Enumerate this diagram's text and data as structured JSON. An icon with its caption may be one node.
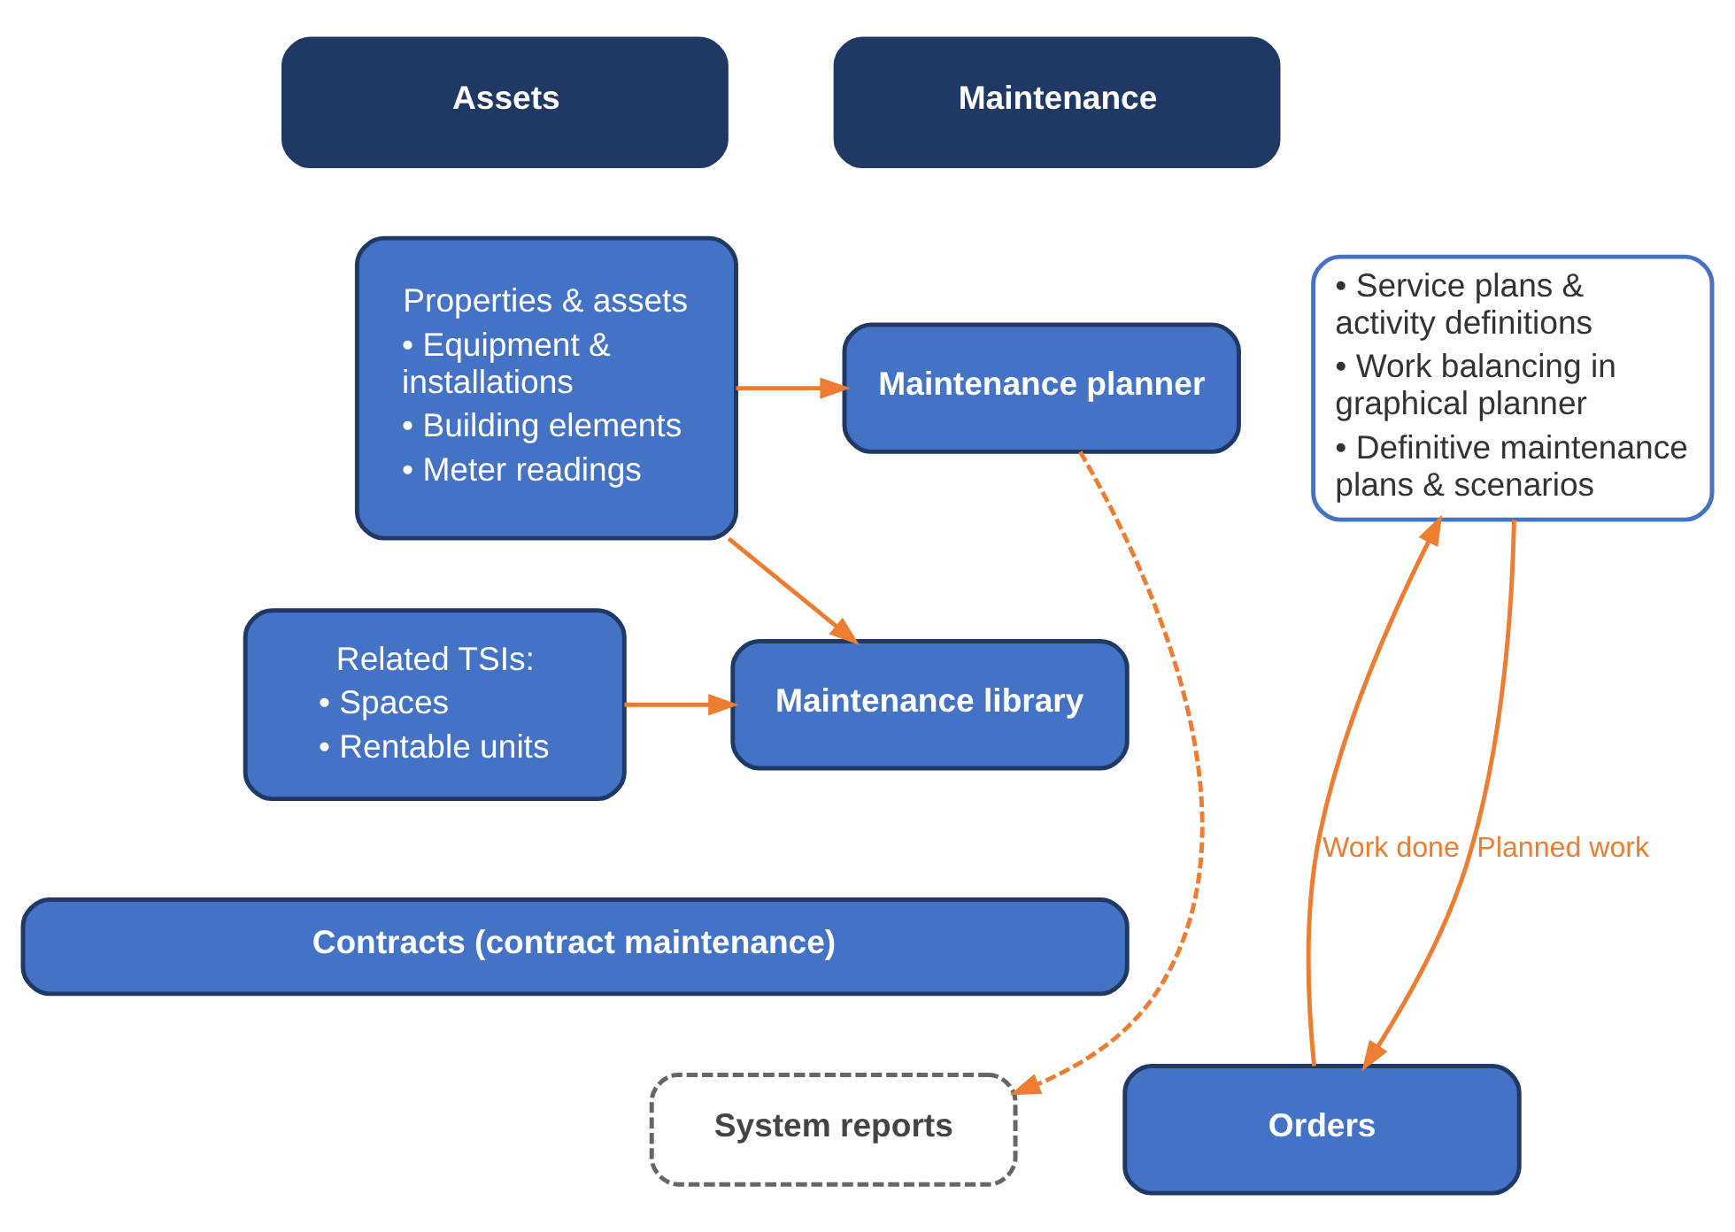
{
  "diagram": {
    "nodes": [
      {
        "text": [
          "Assets"
        ]
      },
      {
        "text": [
          "Maintenance"
        ]
      },
      {
        "text": [
          "Properties & assets",
          "• Equipment & installations",
          "• Building elements",
          "• Meter readings"
        ]
      },
      {
        "text": [
          "Related TSIs:",
          "• Spaces",
          "• Rentable units"
        ]
      },
      {
        "text": [
          "Maintenance planner"
        ]
      },
      {
        "text": [
          "Maintenance library"
        ]
      },
      {
        "text": [
          "• Service plans & activity definitions",
          "• Work balancing in graphical planner",
          "• Definitive maintenance plans & scenarios"
        ]
      },
      {
        "text": [
          "Contracts (contract maintenance)"
        ]
      },
      {
        "text": [
          "System reports"
        ]
      },
      {
        "text": [
          "Orders"
        ]
      }
    ],
    "edges": [
      {
        "from": 2,
        "to": 4,
        "arrow": "to"
      },
      {
        "from": 2,
        "to": 5,
        "arrow": "to"
      },
      {
        "from": 3,
        "to": 5,
        "arrow": "to"
      },
      {
        "from": 4,
        "to": 8,
        "arrow": "to",
        "style": "dashed"
      },
      {
        "from": 9,
        "to": 6,
        "arrow": "to",
        "label": "Work done"
      },
      {
        "from": 6,
        "to": 9,
        "arrow": "to",
        "label": "Planned work"
      }
    ]
  }
}
